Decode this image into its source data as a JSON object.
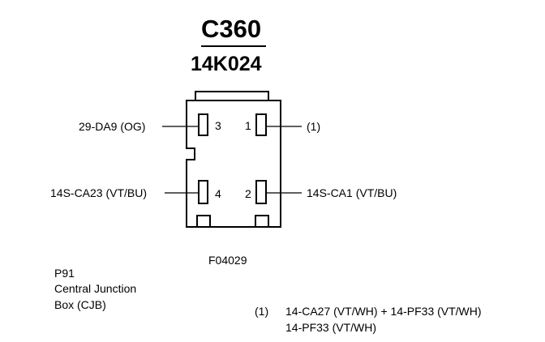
{
  "connector": {
    "id": "C360",
    "part_number": "14K024"
  },
  "pins": [
    {
      "number": "3",
      "wire": "29-DA9 (OG)"
    },
    {
      "number": "1",
      "wire": "(1)"
    },
    {
      "number": "4",
      "wire": "14S-CA23 (VT/BU)"
    },
    {
      "number": "2",
      "wire": "14S-CA1 (VT/BU)"
    }
  ],
  "figure_code": "F04029",
  "location": {
    "code": "P91",
    "line1": "Central Junction",
    "line2": "Box (CJB)"
  },
  "note": {
    "marker": "(1)",
    "line1": "14-CA27 (VT/WH) + 14-PF33 (VT/WH)",
    "line2": "14-PF33 (VT/WH)"
  }
}
